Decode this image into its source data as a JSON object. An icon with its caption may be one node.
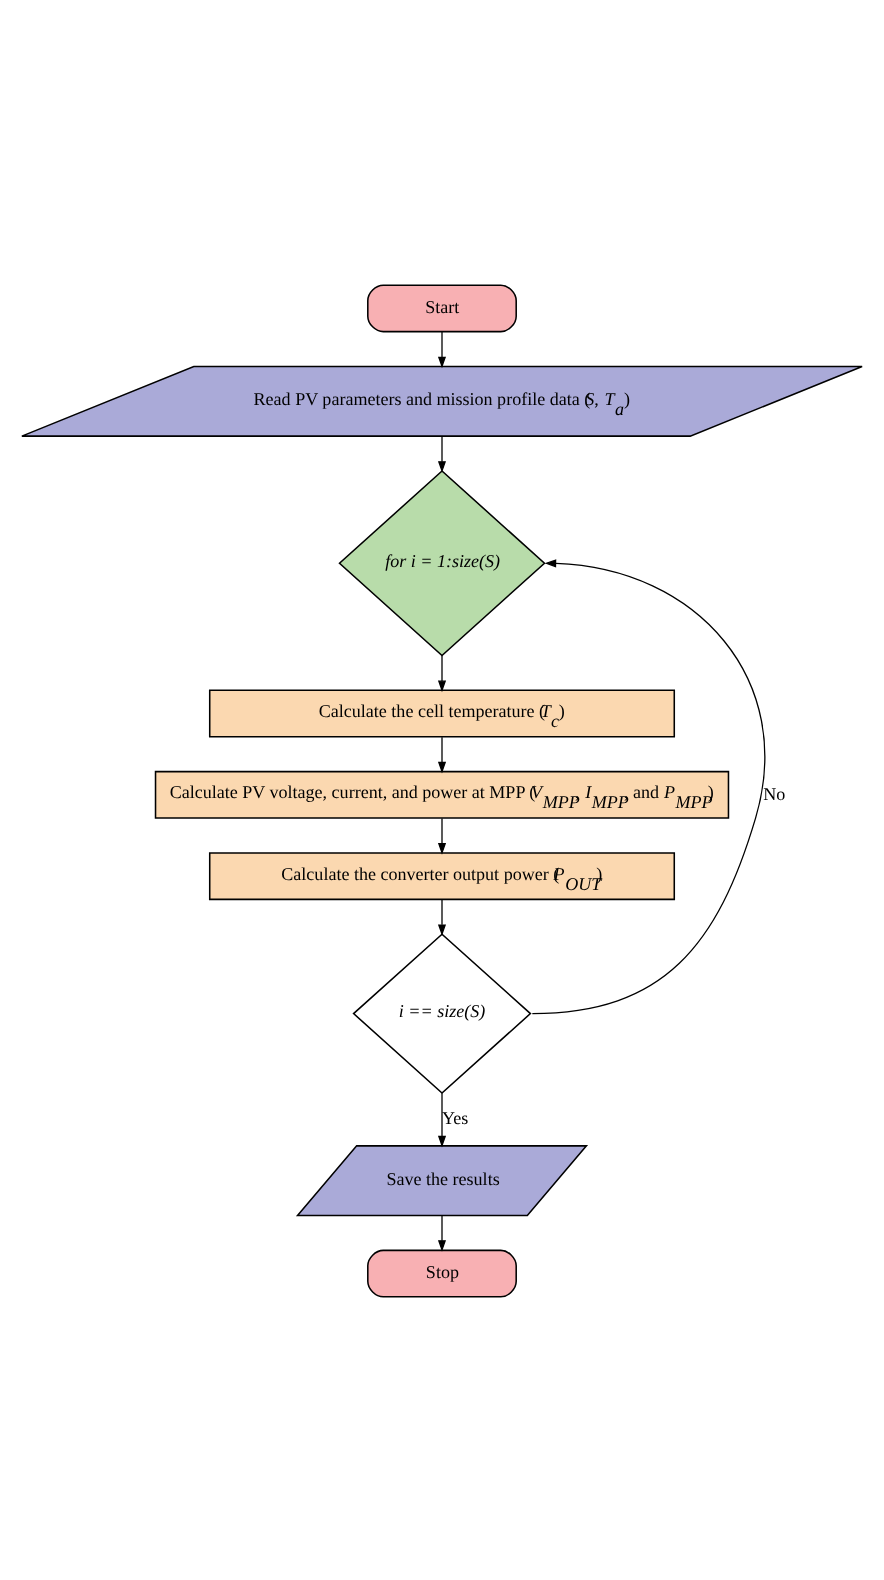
{
  "diagram": {
    "nodes": [
      {
        "text": [
          "Start"
        ]
      },
      {
        "text": [
          "Read PV parameters and mission profile data (*S*, *T*$_{a}$)"
        ]
      },
      {
        "text": [
          "for i = 1:size(S)"
        ]
      },
      {
        "text": [
          "Calculate the cell temperature (*T*$_{c}$)"
        ]
      },
      {
        "text": [
          "Calculate PV voltage, current, and power at MPP (*V*$_{MPP}$, *I*$_{MPP}$, and *P*$_{MPP}$)"
        ]
      },
      {
        "text": [
          "Calculate the converter output power (*P*$_{OUT}$)"
        ]
      },
      {
        "text": [
          "i == size(S)"
        ]
      },
      {
        "text": [
          "Save the results"
        ]
      },
      {
        "text": [
          "Stop"
        ]
      }
    ],
    "edges": [
      {
        "from": 0,
        "to": 1,
        "arrow": "to"
      },
      {
        "from": 1,
        "to": 2,
        "arrow": "to"
      },
      {
        "from": 2,
        "to": 3,
        "arrow": "to"
      },
      {
        "from": 3,
        "to": 4,
        "arrow": "to"
      },
      {
        "from": 4,
        "to": 5,
        "arrow": "to"
      },
      {
        "from": 5,
        "to": 6,
        "arrow": "to"
      },
      {
        "from": 6,
        "to": 2,
        "arrow": "to",
        "label": "No"
      },
      {
        "from": 6,
        "to": 7,
        "arrow": "to",
        "label": "Yes"
      },
      {
        "from": 7,
        "to": 8,
        "arrow": "to"
      }
    ]
  }
}
